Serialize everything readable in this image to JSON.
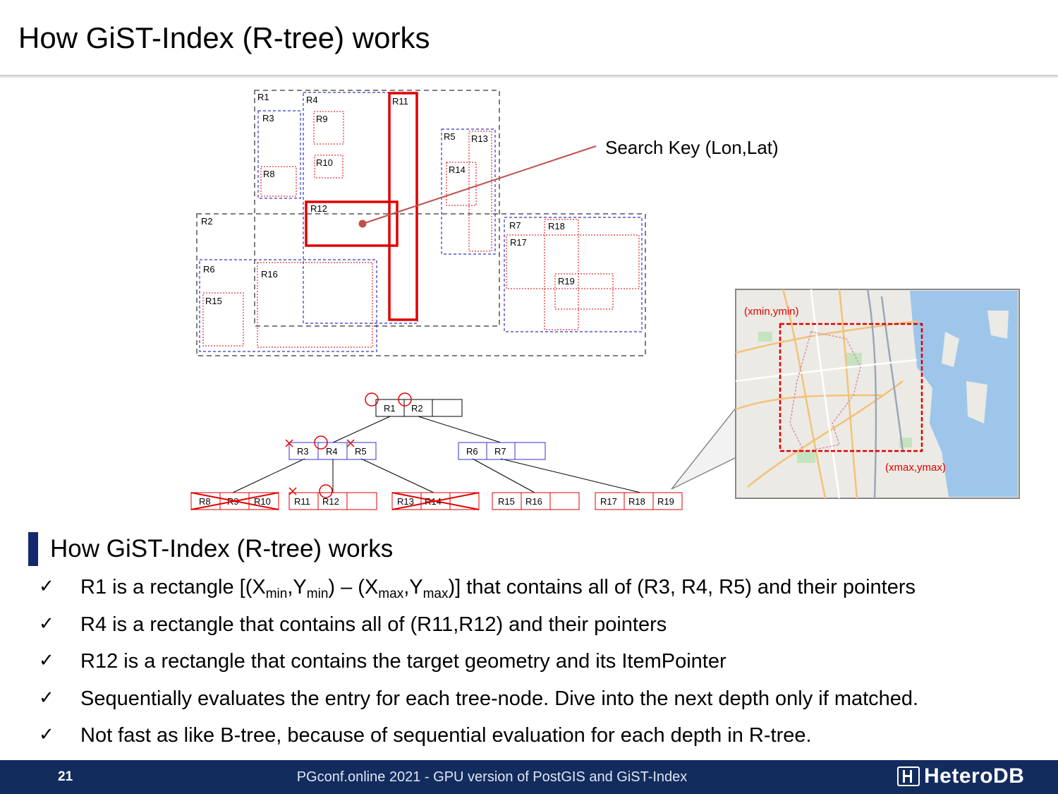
{
  "slide": {
    "title": "How GiST-Index (R-tree) works",
    "search_key_label": "Search Key (Lon,Lat)"
  },
  "diagram": {
    "rect_labels": {
      "r1": "R1",
      "r2": "R2",
      "r3": "R3",
      "r4": "R4",
      "r5": "R5",
      "r6": "R6",
      "r7": "R7",
      "r8": "R8",
      "r9": "R9",
      "r10": "R10",
      "r11": "R11",
      "r12": "R12",
      "r13": "R13",
      "r14": "R14",
      "r15": "R15",
      "r16": "R16",
      "r17": "R17",
      "r18": "R18",
      "r19": "R19"
    },
    "tree": {
      "root": [
        "R1",
        "R2"
      ],
      "level1_left": [
        "R3",
        "R4",
        "R5"
      ],
      "level1_right": [
        "R6",
        "R7"
      ],
      "leaf_a": [
        "R8",
        "R9",
        "R10"
      ],
      "leaf_b": [
        "R11",
        "R12"
      ],
      "leaf_c": [
        "R13",
        "R14"
      ],
      "leaf_d": [
        "R15",
        "R16"
      ],
      "leaf_e": [
        "R17",
        "R18",
        "R19"
      ]
    },
    "map": {
      "min_label": "(xmin,ymin)",
      "max_label": "(xmax,ymax)"
    }
  },
  "section": {
    "heading": "How GiST-Index (R-tree) works"
  },
  "bullets": {
    "b1": {
      "prefix": "R1 is a rectangle [(X",
      "sub_min1": "min",
      "sep1": ",Y",
      "sub_min2": "min",
      "sep2": ") – (X",
      "sub_max1": "max",
      "sep3": ",Y",
      "sub_max2": "max",
      "suffix": ")] that contains all of (R3, R4, R5) and their pointers"
    },
    "b2": "R4 is a rectangle that contains all of (R11,R12) and their pointers",
    "b3": "R12 is a rectangle that contains the target geometry and its ItemPointer",
    "b4": "Sequentially evaluates the entry for each tree-node. Dive into the next depth only if matched.",
    "b5": "Not fast as like B-tree, because of sequential evaluation for each depth in R-tree.",
    "check_mark": "✓"
  },
  "footer": {
    "page_number": "21",
    "text": "PGconf.online 2021 - GPU version of PostGIS and GiST-Index",
    "logo_text": "HeteroDB"
  },
  "colors": {
    "red": "#e00000",
    "blue": "#3333cc",
    "black_dashed": "#555555",
    "footer_bg": "#132c5e",
    "accent_bar": "#14286e"
  }
}
